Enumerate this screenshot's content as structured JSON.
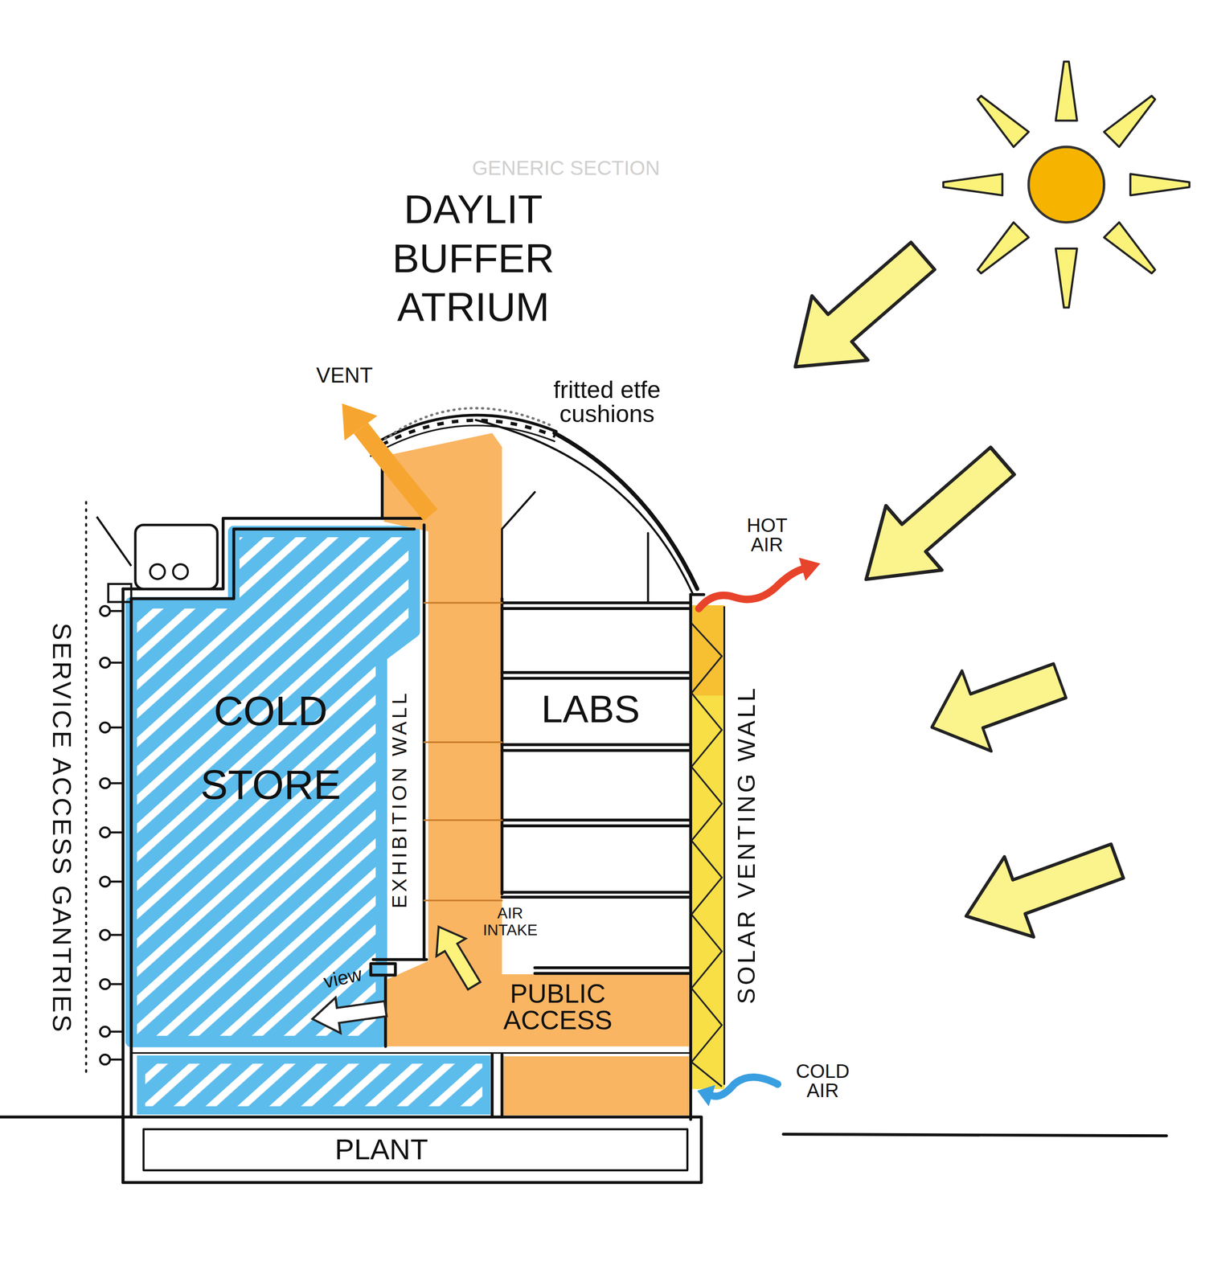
{
  "diagram": {
    "title": "DAYLIT BUFFER ATRIUM",
    "nodes": [
      {
        "text": [
          "COLD STORE"
        ]
      },
      {
        "text": [
          "LABS"
        ]
      },
      {
        "text": [
          "PUBLIC ACCESS"
        ]
      },
      {
        "text": [
          "PLANT"
        ]
      }
    ],
    "labels": [
      "GENERIC SECTION",
      "VENT",
      "fritted etfe cushions",
      "HOT AIR",
      "SERVICE ACCESS GANTRIES",
      "EXHIBITION WALL",
      "SOLAR VENTING WALL",
      "AIR INTAKE",
      "view",
      "COLD AIR"
    ]
  }
}
